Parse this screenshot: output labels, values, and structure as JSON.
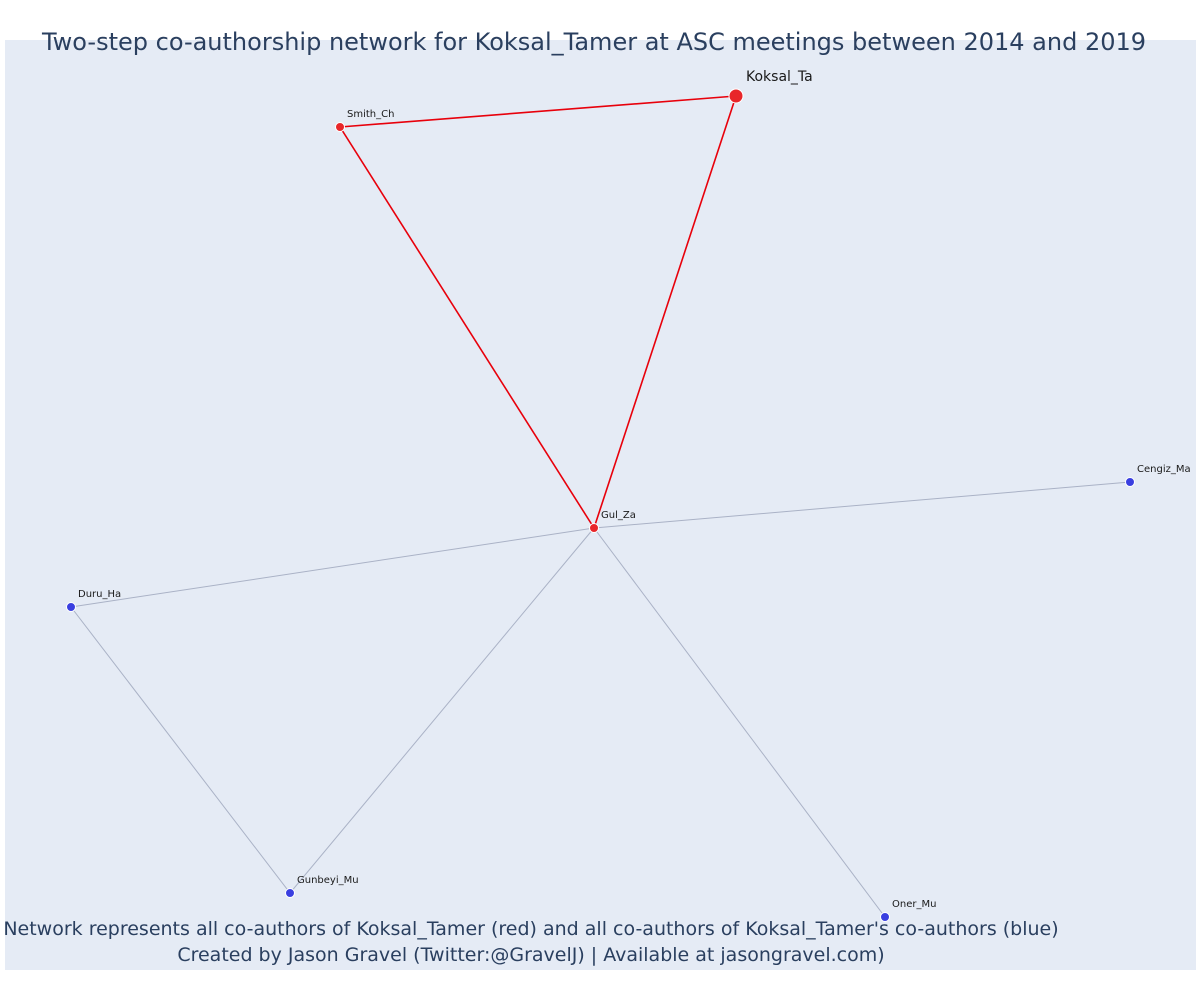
{
  "title": "Two-step co-authorship network for Koksal_Tamer at ASC meetings between 2014 and 2019",
  "footer": {
    "line1": "Network represents all co-authors of Koksal_Tamer (red) and all co-authors of Koksal_Tamer's co-authors (blue)",
    "line2": "Created by Jason Gravel (Twitter:@GravelJ) | Available at jasongravel.com)"
  },
  "colors": {
    "background": "#e5ebf5",
    "first_step": "#e8262a",
    "first_step_edge": "#e8000b",
    "second_step": "#3a3fe0",
    "second_step_edge": "#aab2c6",
    "title_text": "#2a3f5f"
  },
  "nodes": [
    {
      "id": "Koksal_Ta",
      "label": "Koksal_Ta",
      "group": "focal"
    },
    {
      "id": "Smith_Ch",
      "label": "Smith_Ch",
      "group": "first"
    },
    {
      "id": "Gul_Za",
      "label": "Gul_Za",
      "group": "first"
    },
    {
      "id": "Cengiz_Ma",
      "label": "Cengiz_Ma",
      "group": "second"
    },
    {
      "id": "Duru_Ha",
      "label": "Duru_Ha",
      "group": "second"
    },
    {
      "id": "Gunbeyi_Mu",
      "label": "Gunbeyi_Mu",
      "group": "second"
    },
    {
      "id": "Oner_Mu",
      "label": "Oner_Mu",
      "group": "second"
    }
  ],
  "edges": [
    {
      "source": "Koksal_Ta",
      "target": "Smith_Ch",
      "group": "first"
    },
    {
      "source": "Koksal_Ta",
      "target": "Gul_Za",
      "group": "first"
    },
    {
      "source": "Smith_Ch",
      "target": "Gul_Za",
      "group": "first"
    },
    {
      "source": "Gul_Za",
      "target": "Cengiz_Ma",
      "group": "second"
    },
    {
      "source": "Gul_Za",
      "target": "Duru_Ha",
      "group": "second"
    },
    {
      "source": "Gul_Za",
      "target": "Gunbeyi_Mu",
      "group": "second"
    },
    {
      "source": "Gul_Za",
      "target": "Oner_Mu",
      "group": "second"
    },
    {
      "source": "Duru_Ha",
      "target": "Gunbeyi_Mu",
      "group": "second"
    }
  ]
}
